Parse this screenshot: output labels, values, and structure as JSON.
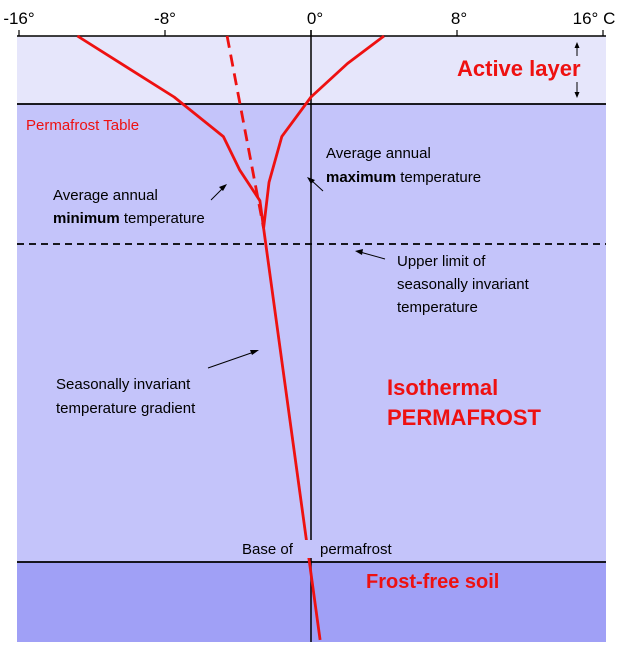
{
  "axis": {
    "ticks": [
      "-16°",
      "-8°",
      "0°",
      "8°",
      "16° C"
    ]
  },
  "zones": {
    "active_layer": {
      "label": "Active layer",
      "color": "#e6e6fb"
    },
    "permafrost": {
      "line1": "Isothermal",
      "line2": "PERMAFROST",
      "color": "#c4c4fa"
    },
    "frost_free": {
      "label": "Frost-free soil",
      "color": "#a0a0f6"
    }
  },
  "labels": {
    "permafrost_table": "Permafrost Table",
    "max_temp_line1": "Average annual",
    "max_temp_bold": "maximum",
    "max_temp_rest": " temperature",
    "min_temp_line1": "Average annual",
    "min_temp_bold": "minimum",
    "min_temp_rest": " temperature",
    "upper_limit_line1": "Upper limit of",
    "upper_limit_line2": "seasonally invariant",
    "upper_limit_line3": "temperature",
    "gradient_line1": "Seasonally invariant",
    "gradient_line2": "temperature gradient",
    "base_left": "Base of",
    "base_right": "permafrost"
  },
  "colors": {
    "curve": "#ee1111",
    "zone_text": "#ee1111",
    "axis": "#000000"
  },
  "chart_data": {
    "type": "line",
    "xlim": [
      -16,
      16
    ],
    "x_ticks": [
      -16,
      -8,
      0,
      8,
      16
    ],
    "series": [
      {
        "key": "min",
        "points": [
          [
            -12.8,
            0
          ],
          [
            -7.5,
            1.0
          ],
          [
            -4.8,
            1.65
          ],
          [
            -3.9,
            2.2
          ],
          [
            -2.8,
            2.7
          ],
          [
            -2.6,
            3.15
          ]
        ]
      },
      {
        "key": "max",
        "points": [
          [
            4.0,
            0
          ],
          [
            2.0,
            0.45
          ],
          [
            0,
            1.0
          ],
          [
            -1.6,
            1.65
          ],
          [
            -2.3,
            2.4
          ],
          [
            -2.6,
            3.15
          ]
        ]
      },
      {
        "key": "min_extrapolated",
        "dashed": true,
        "points": [
          [
            -4.6,
            0
          ],
          [
            -2.6,
            3.15
          ]
        ]
      },
      {
        "key": "invariant_gradient",
        "points": [
          [
            -2.6,
            3.15
          ],
          [
            0.5,
            9.9
          ]
        ]
      }
    ]
  }
}
